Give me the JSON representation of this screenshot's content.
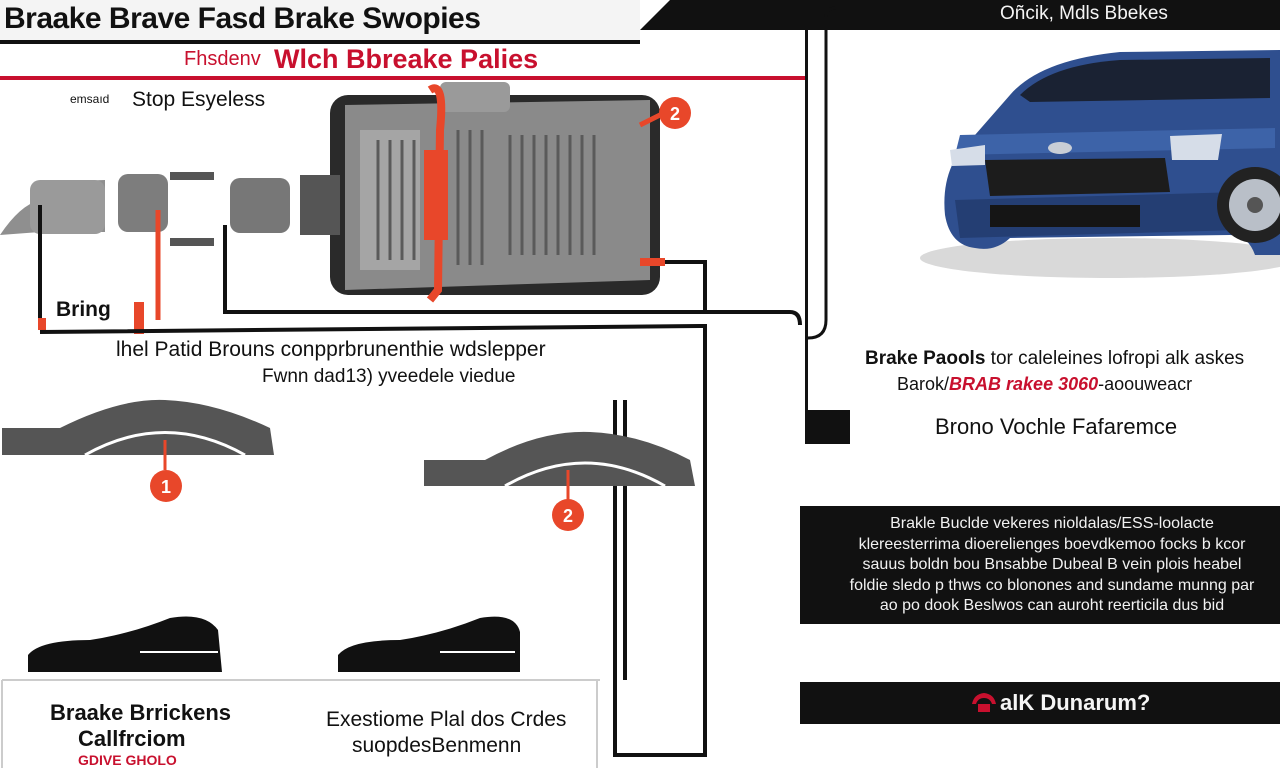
{
  "header": {
    "title": "Braake Brave Fasd Brake Swopies",
    "subtitle_prefix": "Fhsdenv",
    "subtitle_main": "Wlch Bbreake Palies"
  },
  "right_header": {
    "title": "Oñcik, Mdls Bbekes"
  },
  "diagram": {
    "small_label": "emsaıd",
    "stop_label": "Stop Esyeless",
    "bring_label": "Bring",
    "patid_label": "lhel Patid Brouns conpprbrunenthie wdslepper",
    "fwn_label": "Fwnn dad13) yveedele viedue",
    "markers": [
      "1",
      "2",
      "2"
    ],
    "calib_line1": "Braake Brrickens",
    "calib_line2": "Callfrciom",
    "calib_line3": "GDIVE GHOLO",
    "exp_line1": "Exestiome Plal dos Crdes",
    "exp_line2": "suopdesBenmenn"
  },
  "car_panel": {
    "caption_line1_bold": "Brake Paools",
    "caption_line1_rest": " tor caleleines lofropi alk askes",
    "caption_line2_start": "Barok/",
    "caption_line2_red": "BRAB rakee 3060",
    "caption_line2_end": "-aoouweacr",
    "performance": "Brono Vochle Fafaremce"
  },
  "info_box": {
    "lines": [
      "Brakle Buclde vekeres nioldalas/ESS-loolacte",
      "klereesterrima dioerelienges boevdkemoo focks b kcor",
      "sauus boldn bou Bnsabbe Dubeal B vein plois heabel",
      "foldie sledo p thws co blonones and sundame munng par",
      "ao po dook Beslwos can auroht reerticila dus bid"
    ]
  },
  "ask": {
    "label": "alK Dunarum?"
  },
  "colors": {
    "accent_red": "#c8102e",
    "marker_orange": "#e8472a",
    "dark": "#111111",
    "car_blue": "#2f4f8f"
  }
}
